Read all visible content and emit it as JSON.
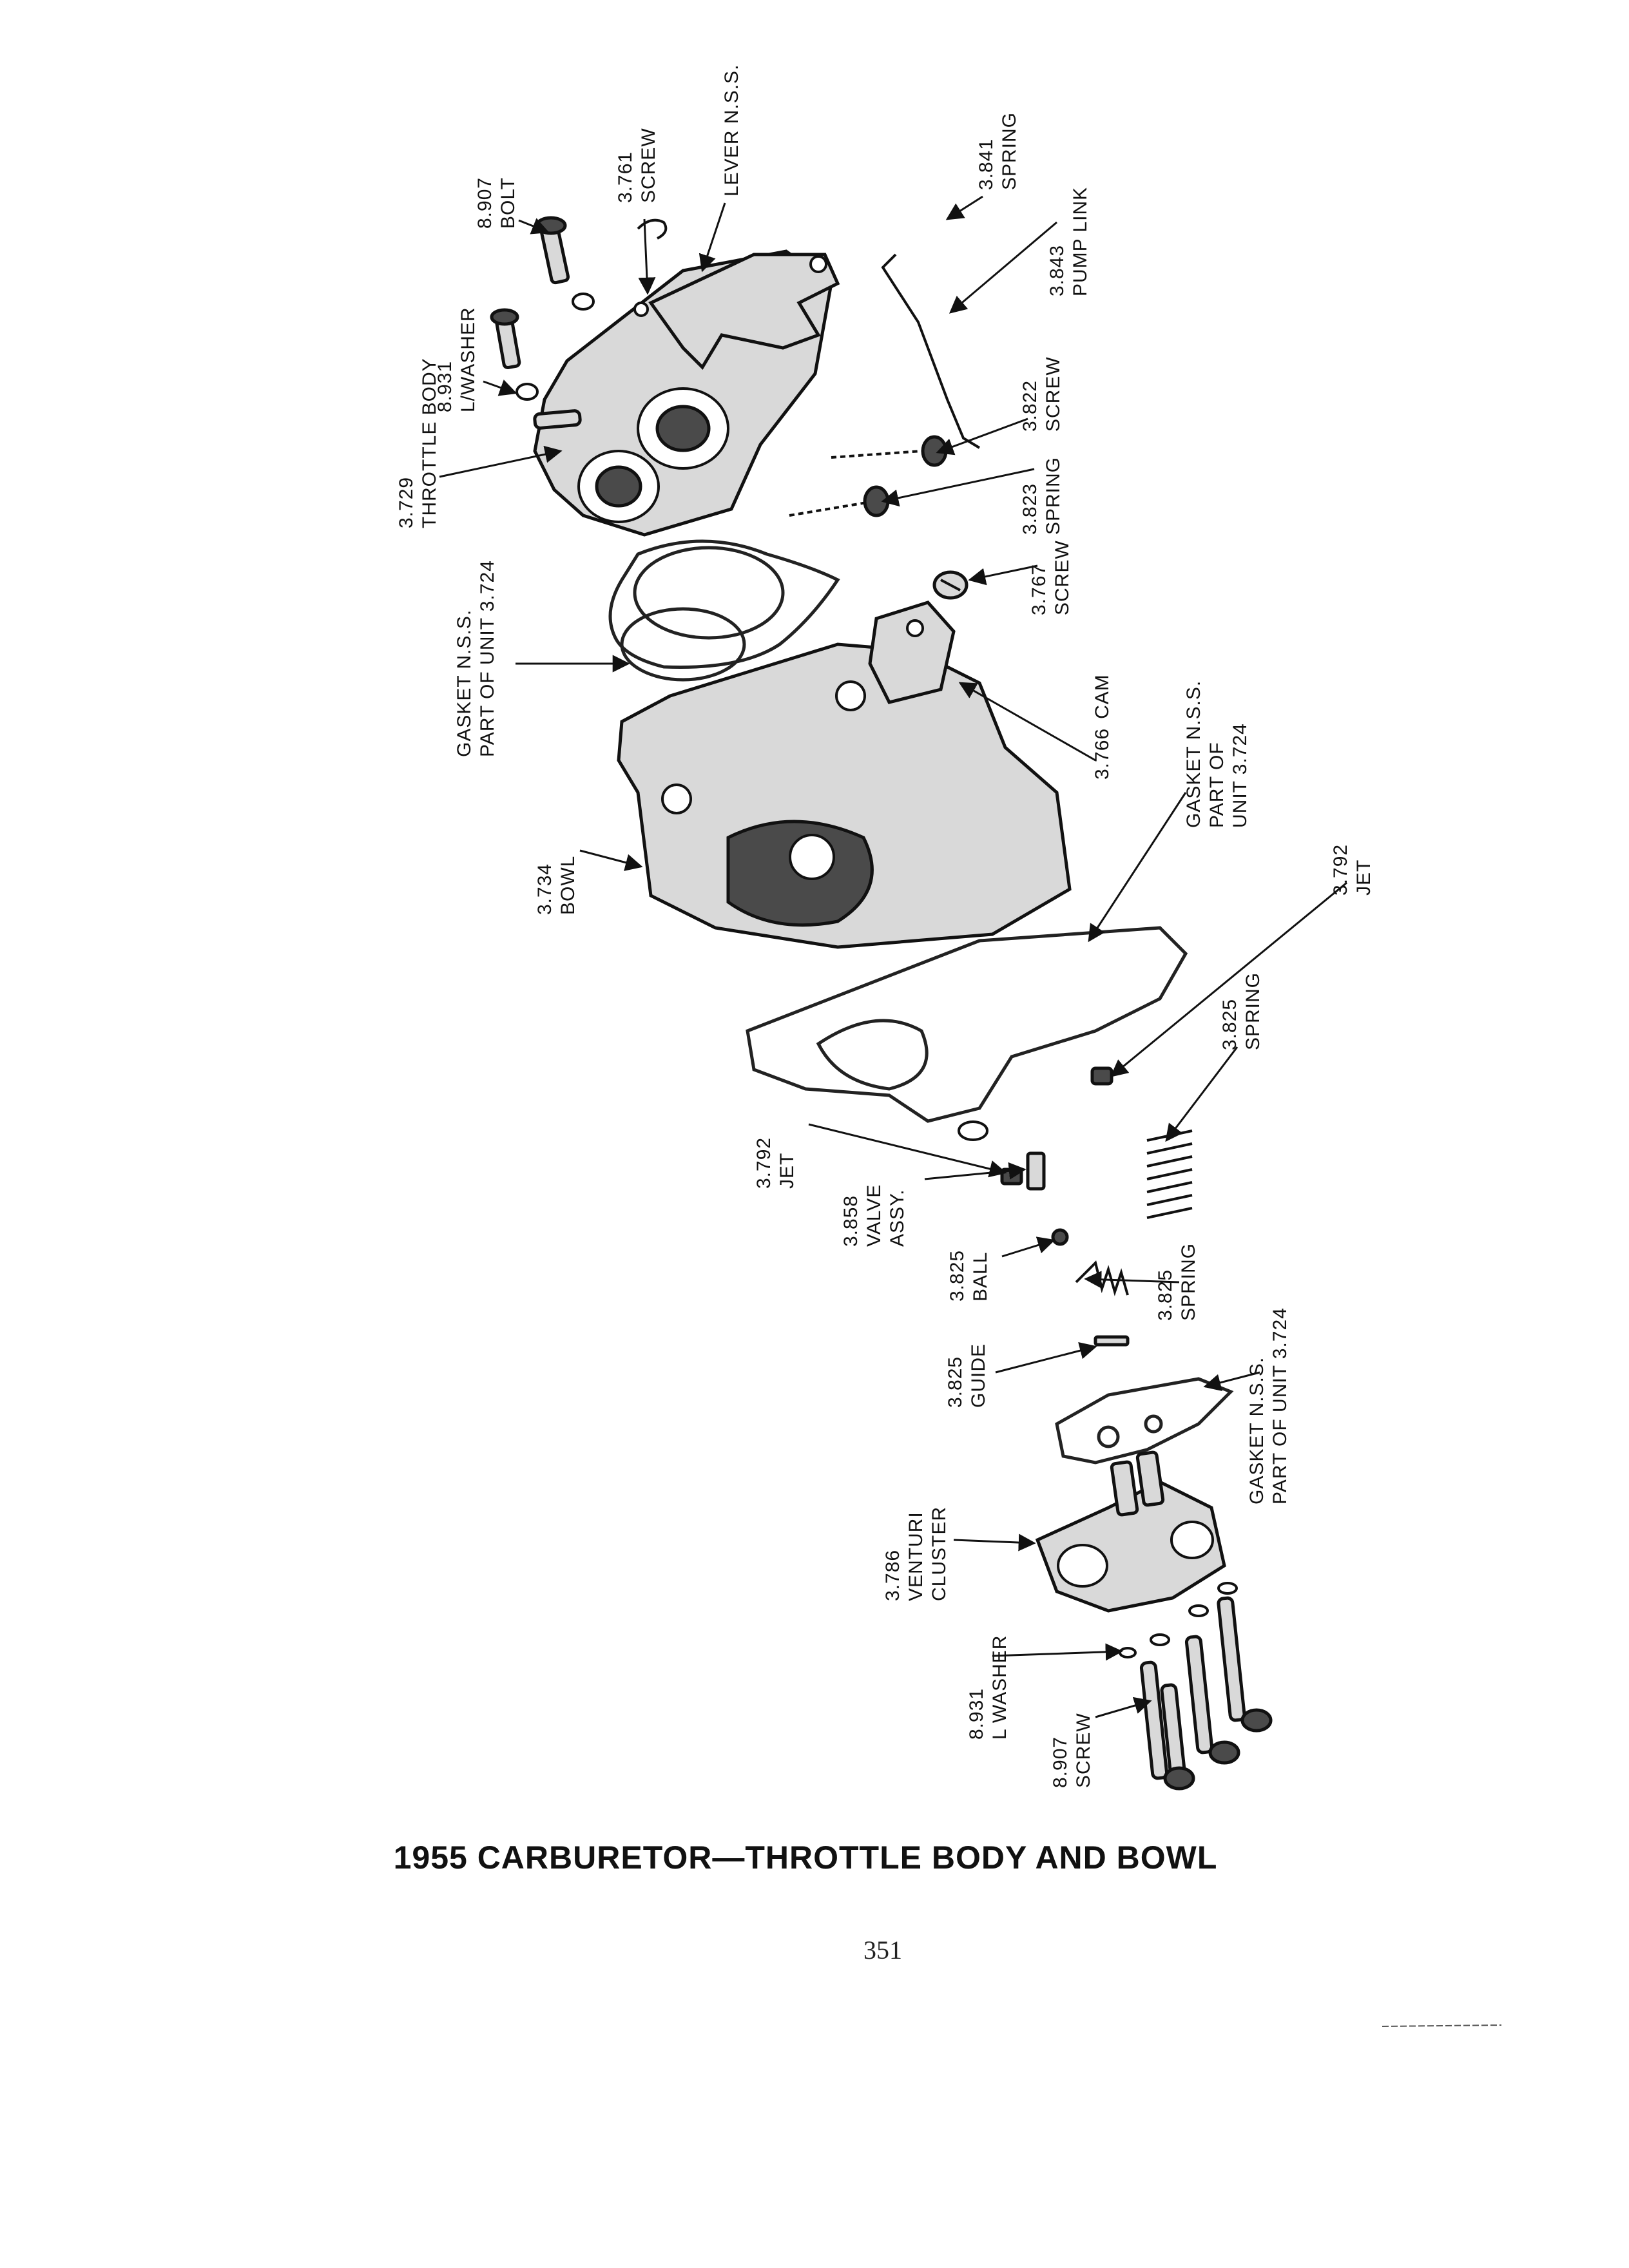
{
  "callouts": [
    {
      "num": "8.907",
      "name": "BOLT"
    },
    {
      "num": "3.761",
      "name": "SCREW"
    },
    {
      "num": "",
      "name": "LEVER N.S.S."
    },
    {
      "num": "3.841",
      "name": "SPRING"
    },
    {
      "num": "3.843",
      "name": "PUMP LINK"
    },
    {
      "num": "8.931",
      "name": "L/WASHER"
    },
    {
      "num": "3.729",
      "name": "THROTTLE BODY"
    },
    {
      "num": "3.822",
      "name": "SCREW"
    },
    {
      "num": "3.823",
      "name": "SPRING"
    },
    {
      "num": "3.767",
      "name": "SCREW"
    },
    {
      "lines": [
        "GASKET N.S.S.",
        "PART OF UNIT 3.724"
      ]
    },
    {
      "num": "3.766",
      "name": "CAM"
    },
    {
      "lines": [
        "GASKET N.S.S.",
        "PART OF",
        "UNIT 3.724"
      ]
    },
    {
      "num": "3.734",
      "name": "BOWL"
    },
    {
      "num": "3.792",
      "name": "JET"
    },
    {
      "num": "3.825",
      "name": "SPRING"
    },
    {
      "num": "3.792",
      "name": "JET"
    },
    {
      "lines": [
        "3.858",
        "VALVE",
        "ASSY."
      ]
    },
    {
      "num": "3.825",
      "name": "BALL"
    },
    {
      "num": "3.825",
      "name": "SPRING"
    },
    {
      "num": "3.825",
      "name": "GUIDE"
    },
    {
      "lines": [
        "GASKET N.S.S.",
        "PART OF UNIT 3.724"
      ]
    },
    {
      "lines": [
        "3.786",
        "VENTURI",
        "CLUSTER"
      ]
    },
    {
      "num": "8.931",
      "name": "L WASHER"
    },
    {
      "num": "8.907",
      "name": "SCREW"
    }
  ],
  "title": "1955 CARBURETOR—THROTTLE BODY AND BOWL",
  "page_number": "351"
}
